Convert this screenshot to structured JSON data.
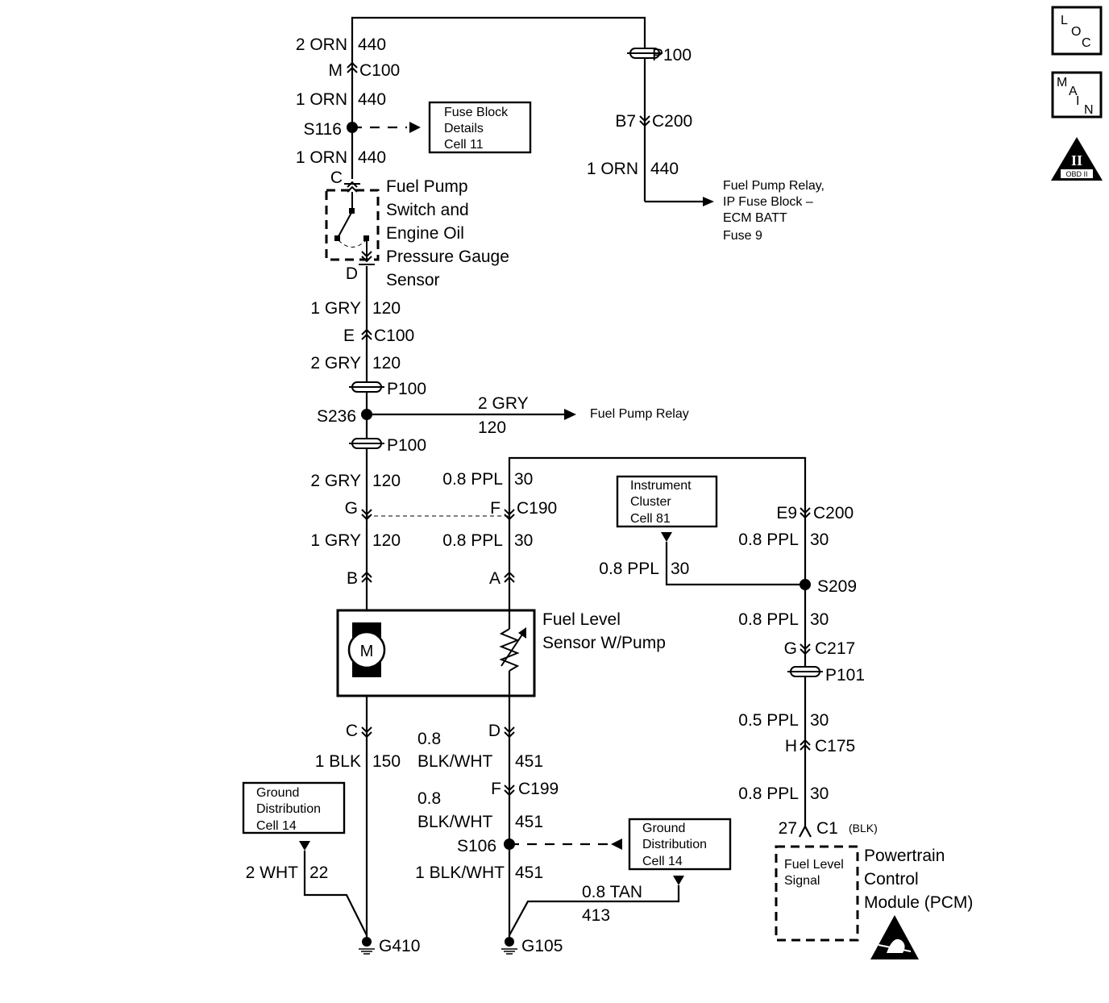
{
  "wires": {
    "top_left_gauge_color": "2 ORN",
    "top_left_circuit": "440",
    "orn_1a_gauge_color": "1 ORN",
    "orn_1a_circuit": "440",
    "orn_1b_gauge_color": "1 ORN",
    "orn_1b_circuit": "440",
    "right_orn_gauge_color": "1 ORN",
    "right_orn_circuit": "440",
    "gry_1a_gauge_color": "1 GRY",
    "gry_1a_circuit": "120",
    "gry_2a_gauge_color": "2 GRY",
    "gry_2a_circuit": "120",
    "branch_gry_gauge_color": "2 GRY",
    "branch_gry_circuit": "120",
    "gry_2b_gauge_color": "2 GRY",
    "gry_2b_circuit": "120",
    "gry_1b_gauge_color": "1 GRY",
    "gry_1b_circuit": "120",
    "ppl_a_gauge_color": "0.8 PPL",
    "ppl_a_circuit": "30",
    "ppl_b_gauge_color": "0.8 PPL",
    "ppl_b_circuit": "30",
    "ppl_c_gauge_color": "0.8 PPL",
    "ppl_c_circuit": "30",
    "ppl_ic_gauge_color": "0.8 PPL",
    "ppl_ic_circuit": "30",
    "ppl_d_gauge_color": "0.8 PPL",
    "ppl_d_circuit": "30",
    "ppl_05_gauge_color": "0.5 PPL",
    "ppl_05_circuit": "30",
    "ppl_e_gauge_color": "0.8 PPL",
    "ppl_e_circuit": "30",
    "blk_gauge_color": "1 BLK",
    "blk_circuit": "150",
    "bw_a_gauge": "0.8",
    "bw_a_color": "BLK/WHT",
    "bw_a_circuit": "451",
    "bw_b_gauge": "0.8",
    "bw_b_color": "BLK/WHT",
    "bw_b_circuit": "451",
    "bw_c_gauge_color": "1 BLK/WHT",
    "bw_c_circuit": "451",
    "wht_gauge_color": "2 WHT",
    "wht_circuit": "22",
    "tan_gauge_color": "0.8 TAN",
    "tan_circuit": "413"
  },
  "connectors": {
    "m_pin": "M",
    "m_name": "C100",
    "c_pin": "C",
    "d_pin": "D",
    "e_pin": "E",
    "e_name": "C100",
    "g_pin": "G",
    "f_pin": "F",
    "f_name": "C190",
    "b_pin": "B",
    "a_pin": "A",
    "motor_c_pin": "C",
    "sensor_d_pin": "D",
    "c199_pin": "F",
    "c199_name": "C199",
    "b7_pin": "B7",
    "b7_name": "C200",
    "e9_pin": "E9",
    "e9_name": "C200",
    "c217_pin": "G",
    "c217_name": "C217",
    "c175_pin": "H",
    "c175_name": "C175",
    "pcm_pin": "27",
    "pcm_name": "C1",
    "pcm_color": "(BLK)"
  },
  "passthroughs": {
    "p100_top": "P100",
    "p100_a": "P100",
    "p100_b": "P100",
    "p101": "P101"
  },
  "splices": {
    "s116": "S116",
    "s236": "S236",
    "s209": "S209",
    "s106": "S106"
  },
  "grounds": {
    "g410": "G410",
    "g105": "G105"
  },
  "components": {
    "fuel_pump_switch": [
      "Fuel Pump",
      "Switch and",
      "Engine Oil",
      "Pressure Gauge",
      "Sensor"
    ],
    "fuel_level_sensor": [
      "Fuel Level",
      "Sensor W/Pump"
    ],
    "motor_symbol": "M",
    "pcm": [
      "Powertrain",
      "Control",
      "Module (PCM)"
    ],
    "pcm_internal": [
      "Fuel Level",
      "Signal"
    ]
  },
  "references": {
    "fuse_block": [
      "Fuse Block",
      "Details",
      "Cell 11"
    ],
    "relay_batt": [
      "Fuel Pump Relay,",
      "IP Fuse Block –",
      "ECM BATT",
      "Fuse 9"
    ],
    "relay": "Fuel Pump Relay",
    "instrument_cluster": [
      "Instrument",
      "Cluster",
      "Cell 81"
    ],
    "ground_dist_left": [
      "Ground",
      "Distribution",
      "Cell 14"
    ],
    "ground_dist_right": [
      "Ground",
      "Distribution",
      "Cell 14"
    ]
  },
  "icons": {
    "loc": [
      "L",
      "O",
      "C"
    ],
    "main": [
      "M",
      "A",
      "I",
      "N"
    ],
    "obd": [
      "II",
      "OBD II"
    ]
  }
}
